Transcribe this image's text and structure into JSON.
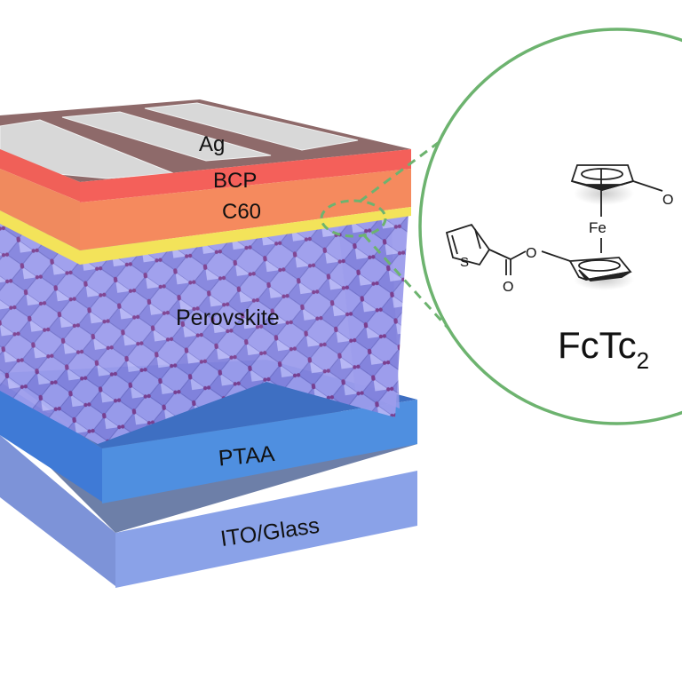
{
  "layers": {
    "ag": "Ag",
    "bcp": "BCP",
    "c60": "C60",
    "perovskite": "Perovskite",
    "ptaa": "PTAA",
    "ito": "ITO/Glass"
  },
  "molecule": {
    "name": "FcTc",
    "subscript": "2",
    "fe": "Fe",
    "s": "S",
    "o1": "O",
    "o2": "O",
    "o3": "O"
  },
  "colors": {
    "ag": "#d8d8d8",
    "electrode_base": "#8e6a6a",
    "bcp": "#f4605a",
    "c60": "#f58a5e",
    "buffer": "#f3e35a",
    "perovskite": "#8f8fe8",
    "ptaa": "#4f8fe0",
    "ito": "#8aa2e8",
    "callout": "#6db36f"
  }
}
